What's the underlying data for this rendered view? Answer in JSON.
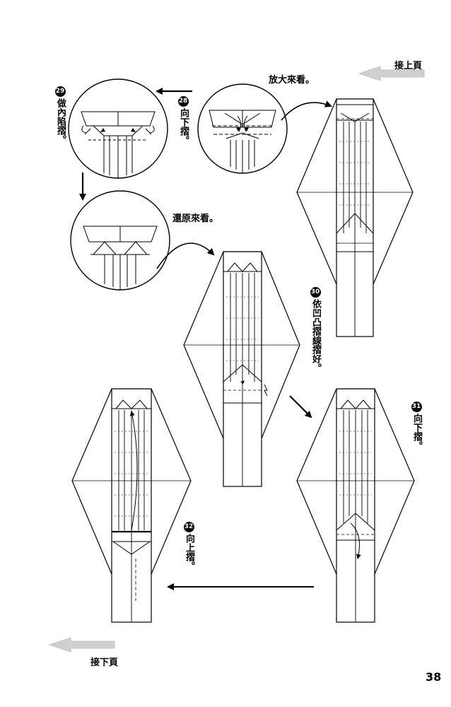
{
  "header": {
    "continue_from_label": "接上頁"
  },
  "footer": {
    "continue_to_label": "接下頁",
    "page_number": "38"
  },
  "captions": {
    "zoom_in": "放大來看。",
    "restore_view": "還原來看。"
  },
  "steps": [
    {
      "number": "29",
      "text": "做內陷摺。"
    },
    {
      "number": "28",
      "text": "向下摺。"
    },
    {
      "number": "30",
      "text": "依凹凸摺線摺好。"
    },
    {
      "number": "31",
      "text": "向下摺。"
    },
    {
      "number": "32",
      "text": "向上摺。"
    }
  ],
  "colors": {
    "ink": "#000000",
    "nav_arrow": "#c8c8c8"
  }
}
